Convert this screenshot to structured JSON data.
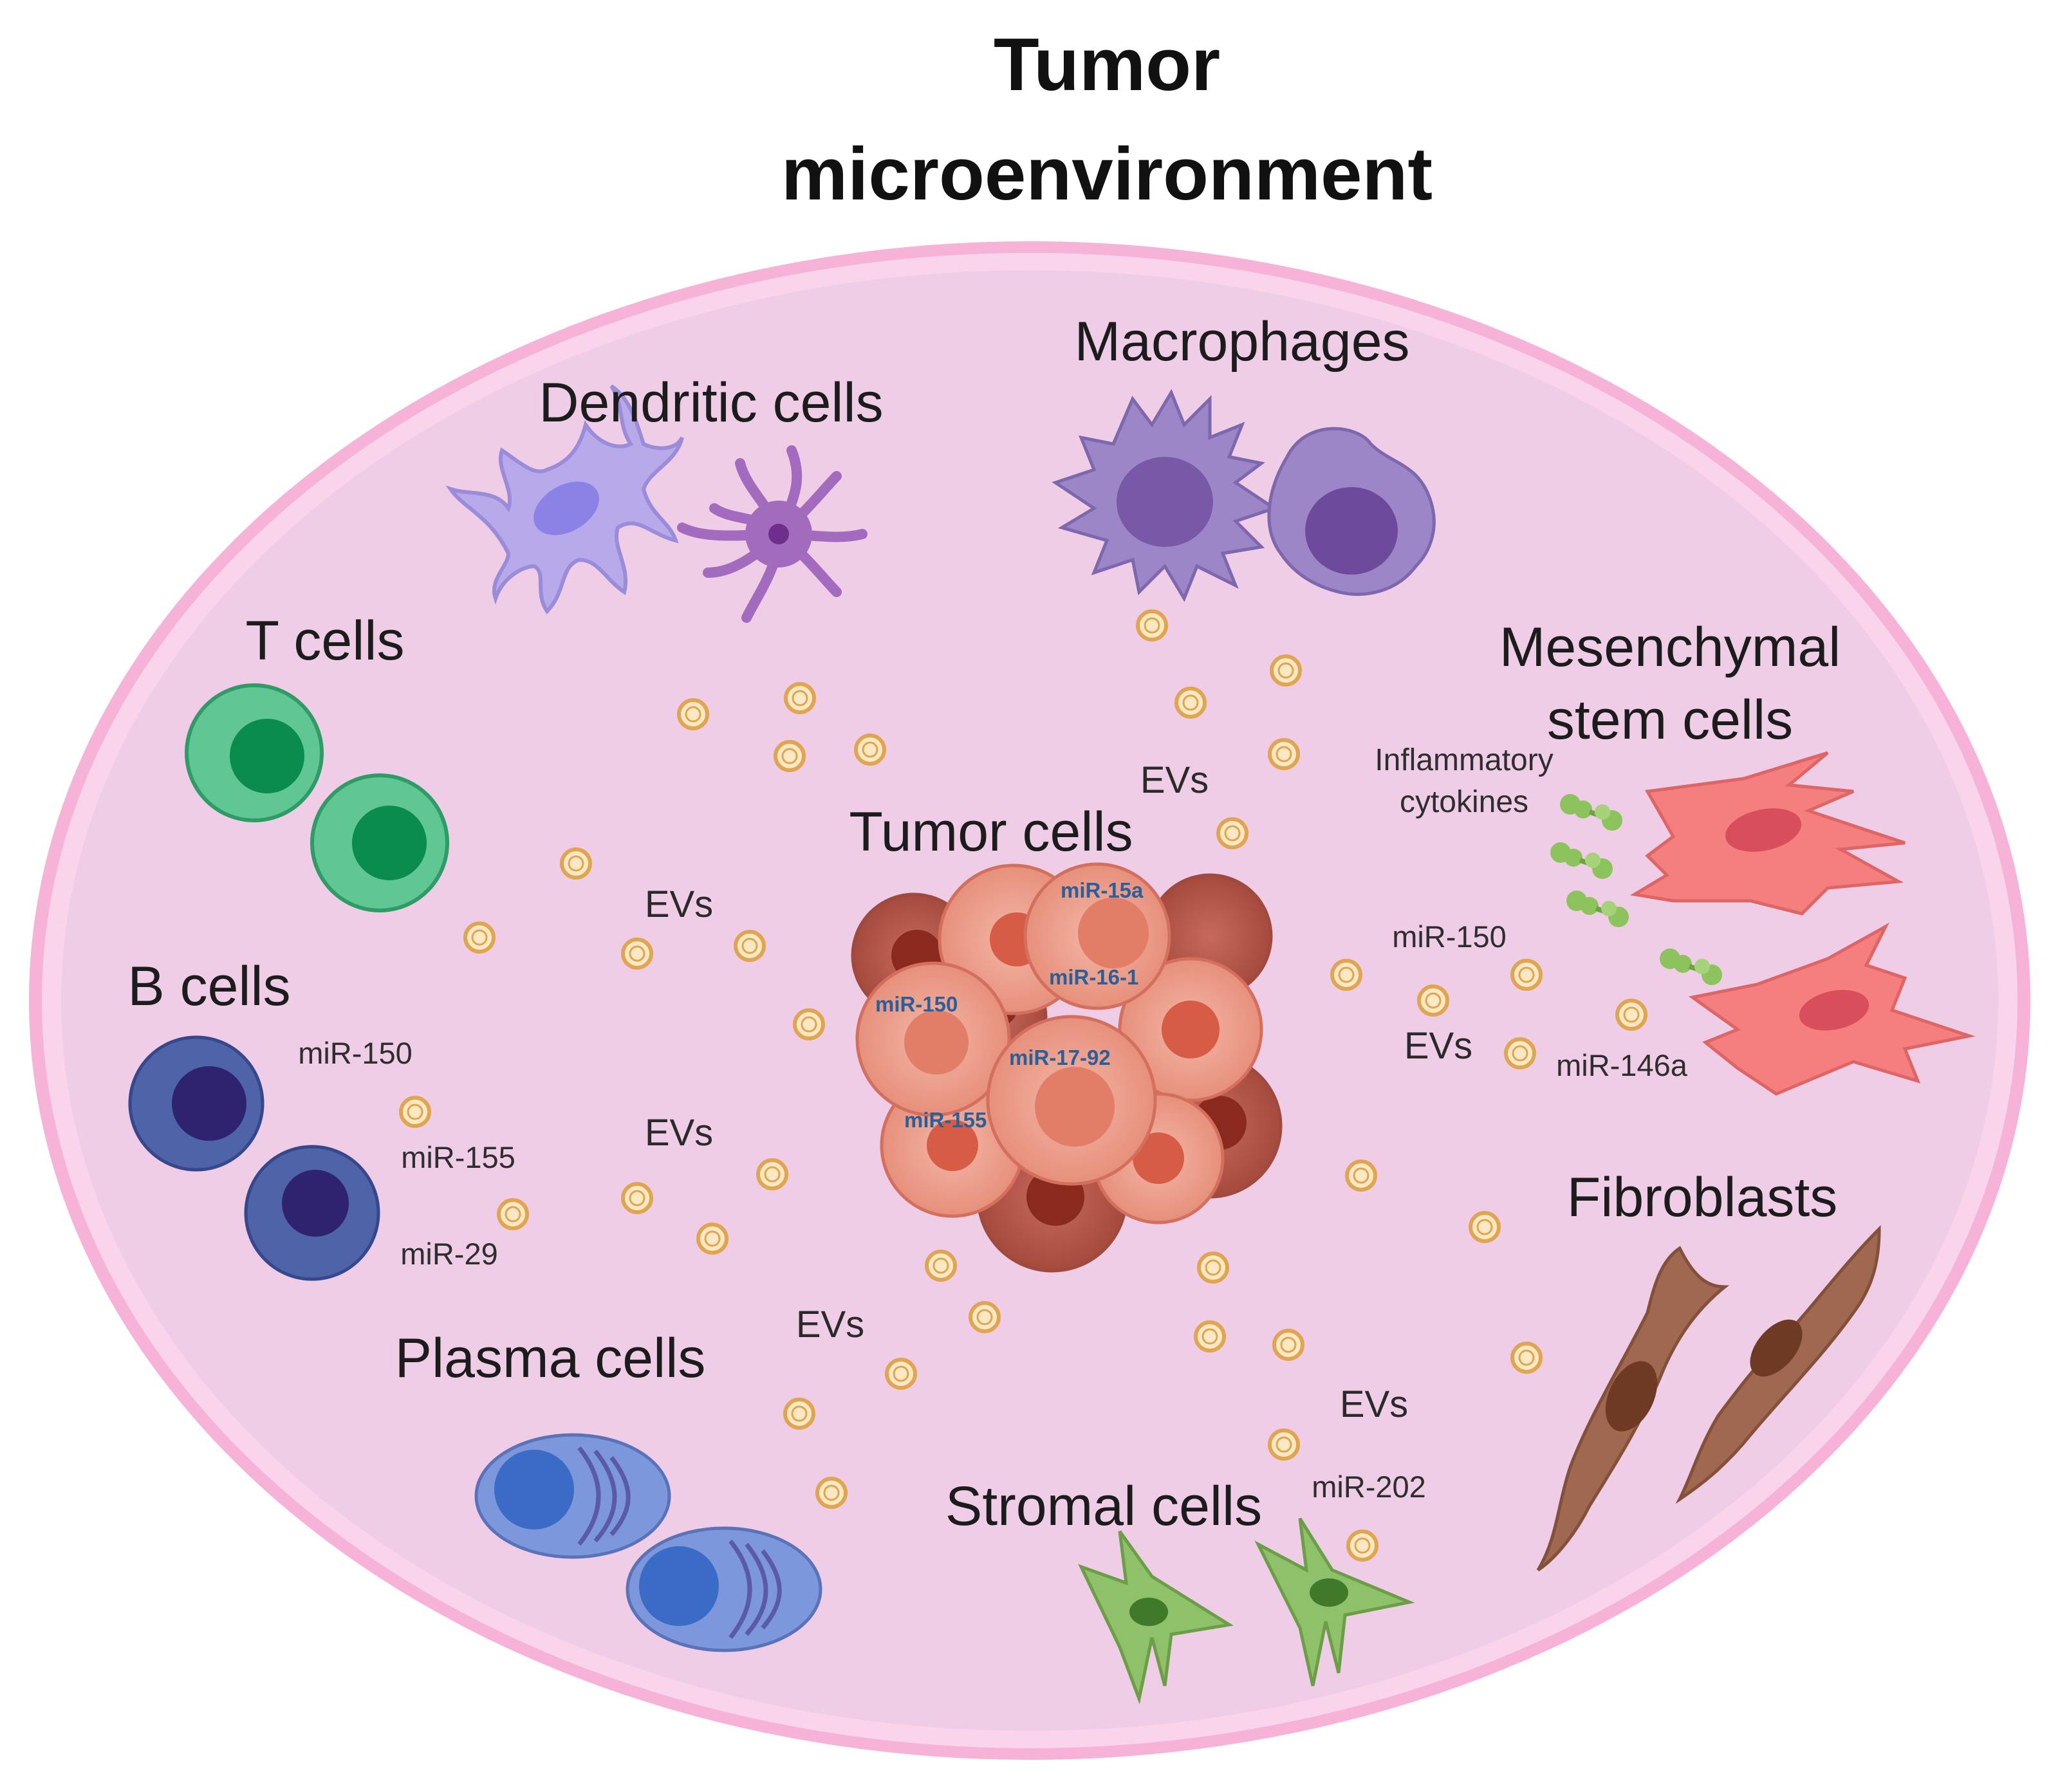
{
  "title": {
    "line1": "Tumor",
    "line2": "microenvironment"
  },
  "cell_types": {
    "macrophages": "Macrophages",
    "dendritic_cells": "Dendritic cells",
    "t_cells": "T cells",
    "mesenchymal_stem_cells_line1": "Mesenchymal",
    "mesenchymal_stem_cells_line2": "stem cells",
    "tumor_cells": "Tumor cells",
    "b_cells": "B cells",
    "fibroblasts": "Fibroblasts",
    "plasma_cells": "Plasma cells",
    "stromal_cells": "Stromal cells"
  },
  "ev_label": "EVs",
  "cytokines": {
    "line1": "Inflammatory",
    "line2": "cytokines"
  },
  "tumor_mirnas": [
    "miR-15a",
    "miR-16-1",
    "miR-150",
    "miR-17-92",
    "miR-155"
  ],
  "b_cell_mirnas": [
    "miR-150",
    "miR-155",
    "miR-29"
  ],
  "msc_mirnas": [
    "miR-150",
    "miR-146a"
  ],
  "stromal_mirna": "miR-202",
  "colors": {
    "background": "#efcde6",
    "border": "#f1a9d0",
    "t_cell": "#35a86c",
    "b_cell": "#4e63a8",
    "macrophage": "#9c86c8",
    "dendritic": "#b7a9ea",
    "msc": "#f47f7e",
    "fibroblast": "#a06850",
    "plasma": "#7c97dc",
    "stromal": "#8fc16a",
    "tumor": "#e8907f",
    "vesicle": "#e0a550"
  }
}
